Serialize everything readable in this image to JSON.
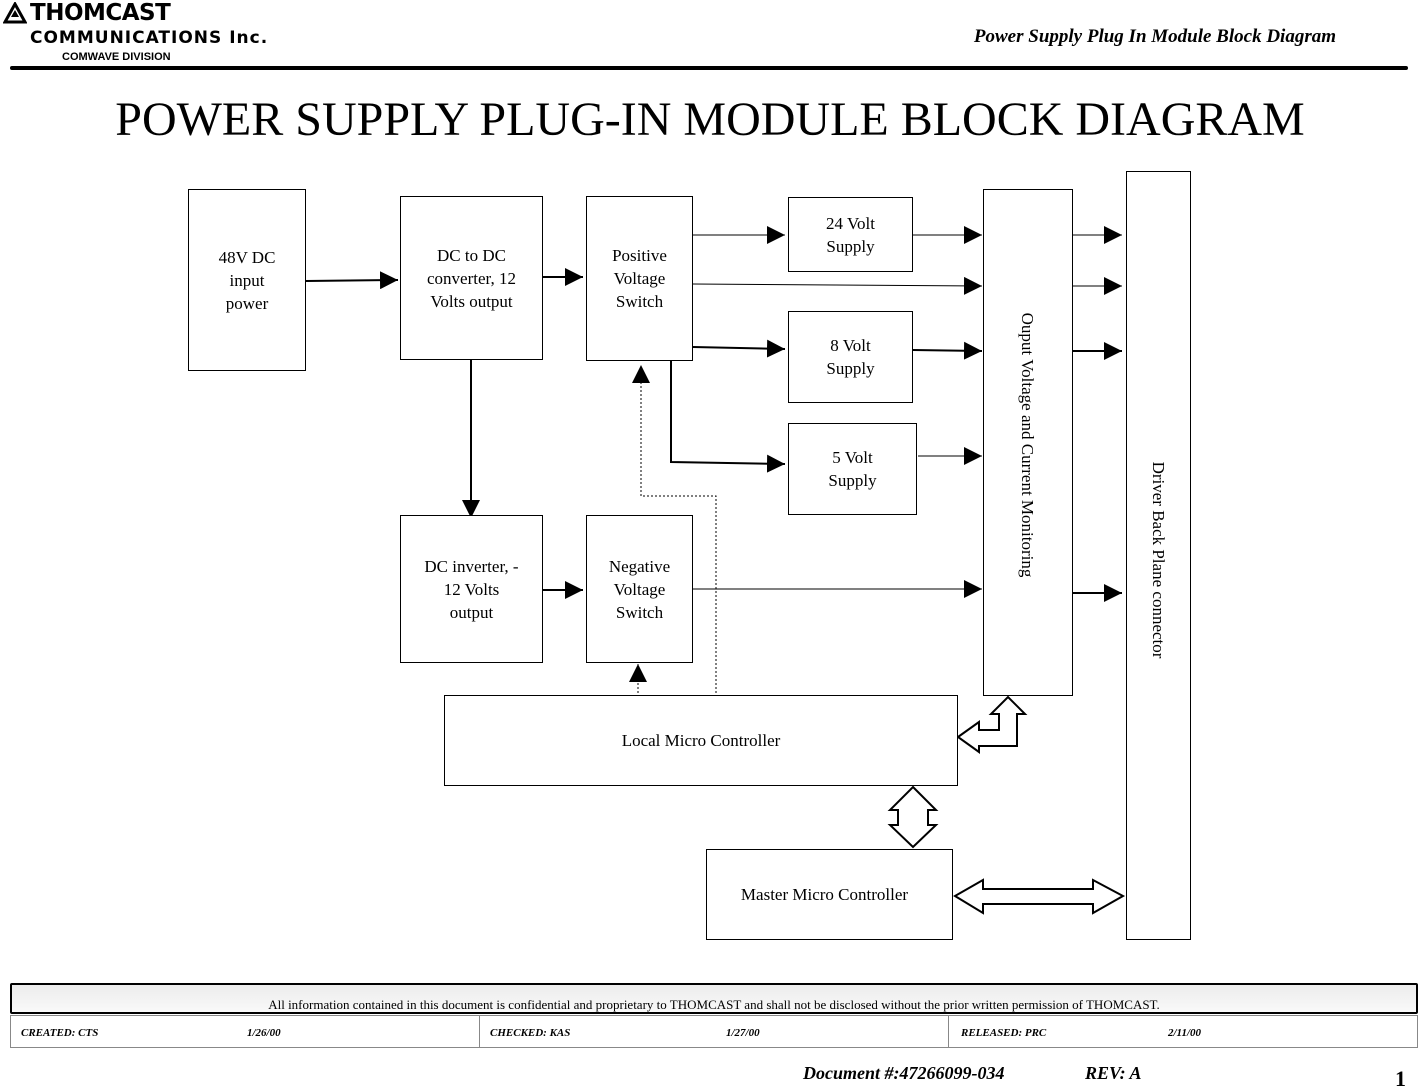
{
  "header": {
    "company_name": "THOMCAST",
    "company_sub": "COMMUNICATIONS Inc.",
    "division": "COMWAVE DIVISION",
    "doc_title": "Power Supply Plug In Module Block Diagram"
  },
  "title": "POWER SUPPLY PLUG-IN MODULE BLOCK DIAGRAM",
  "blocks": {
    "input_48v": [
      "48V DC",
      "input",
      "power"
    ],
    "dc_dc": [
      "DC to DC",
      "converter, 12",
      "Volts output"
    ],
    "pos_switch": [
      "Positive",
      "Voltage",
      "Switch"
    ],
    "supply_24": [
      "24 Volt",
      "Supply"
    ],
    "supply_8": [
      "8 Volt",
      "Supply"
    ],
    "supply_5": [
      "5 Volt",
      "Supply"
    ],
    "dc_inverter": [
      "DC inverter, -",
      "12 Volts",
      "output"
    ],
    "neg_switch": [
      "Negative",
      "Voltage",
      "Switch"
    ],
    "monitoring": "Ouput Voltage and Current Monitoring",
    "backplane": "Driver Back Plane connector",
    "local_mc": "Local Micro Controller",
    "master_mc": "Master Micro Controller"
  },
  "footer": {
    "notice": "All information contained in this document is confidential and proprietary to THOMCAST and shall not be disclosed without the prior written permission of THOMCAST.",
    "created_label": "CREATED: CTS",
    "created_date": "1/26/00",
    "checked_label": "CHECKED: KAS",
    "checked_date": "1/27/00",
    "released_label": "RELEASED: PRC",
    "released_date": "2/11/00",
    "document": "Document #:47266099-034",
    "rev": "REV: A",
    "page": "1"
  }
}
